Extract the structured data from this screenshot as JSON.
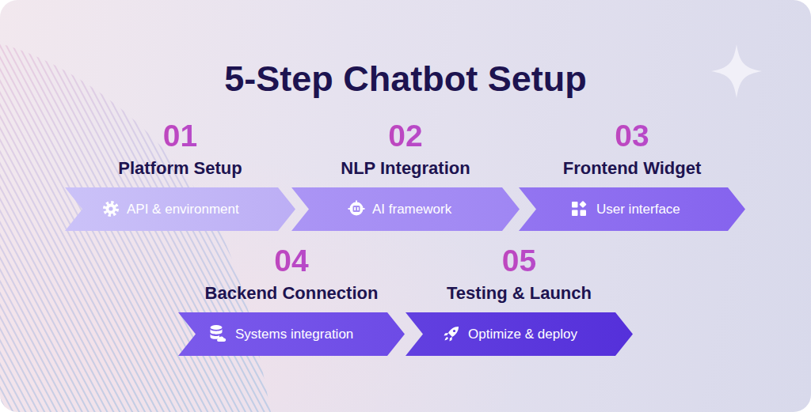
{
  "diagram": {
    "title": "5-Step Chatbot Setup",
    "nodes": [
      {
        "text": [
          "01",
          "Platform Setup",
          "API & environment"
        ]
      },
      {
        "text": [
          "02",
          "NLP Integration",
          "AI framework"
        ]
      },
      {
        "text": [
          "03",
          "Frontend Widget",
          "User interface"
        ]
      },
      {
        "text": [
          "04",
          "Backend Connection",
          "Systems integration"
        ]
      },
      {
        "text": [
          "05",
          "Testing & Launch",
          "Optimize & deploy"
        ]
      }
    ]
  }
}
